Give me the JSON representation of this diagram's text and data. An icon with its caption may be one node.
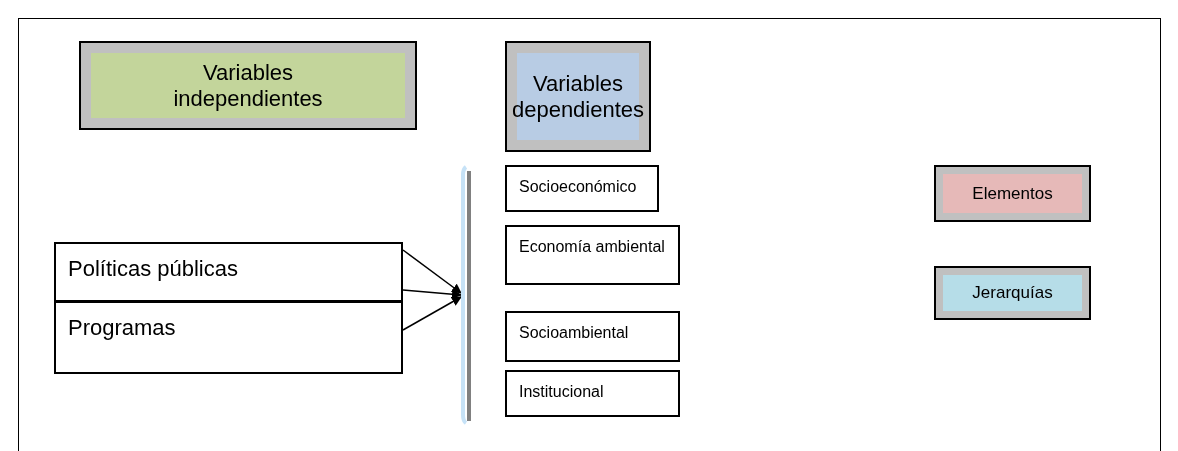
{
  "diagram": {
    "nodes": [
      {
        "text": [
          "Variables independientes"
        ]
      },
      {
        "text": [
          "Variables dependientes"
        ]
      },
      {
        "text": [
          "Políticas públicas"
        ]
      },
      {
        "text": [
          "Programas"
        ]
      },
      {
        "text": [],
        "shape": "bar"
      },
      {
        "text": [
          "Socioeconómico"
        ]
      },
      {
        "text": [
          "Economía ambiental"
        ]
      },
      {
        "text": [
          "Socioambiental"
        ]
      },
      {
        "text": [
          "Institucional"
        ]
      },
      {
        "text": [
          "Elementos"
        ]
      },
      {
        "text": [
          "Jerarquías"
        ]
      }
    ],
    "edges": [
      {
        "from": 2,
        "to": 4,
        "arrow": "to"
      },
      {
        "from": 2,
        "to": 4,
        "arrow": "to"
      },
      {
        "from": 3,
        "to": 4,
        "arrow": "to"
      }
    ]
  }
}
